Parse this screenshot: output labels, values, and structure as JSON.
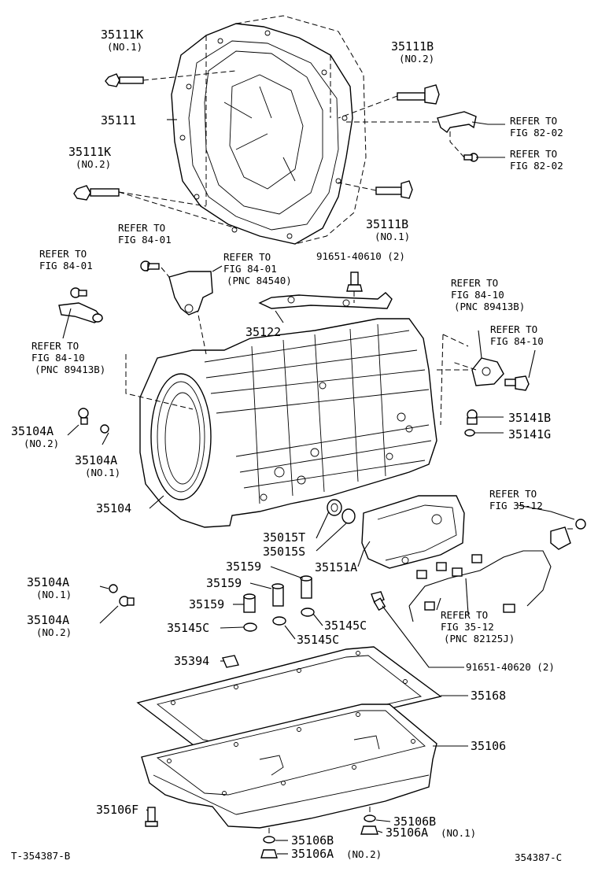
{
  "labels": {
    "p35111k_1": "35111K",
    "p35111k_1_sub": "(NO.1)",
    "p35111": "35111",
    "p35111k_2": "35111K",
    "p35111k_2_sub": "(NO.2)",
    "p35111b_2": "35111B",
    "p35111b_2_sub": "(NO.2)",
    "p35111b_1": "35111B",
    "p35111b_1_sub": "(NO.1)",
    "ref_82_02_a1": "REFER TO",
    "ref_82_02_a2": "FIG 82-02",
    "ref_82_02_b1": "REFER TO",
    "ref_82_02_b2": "FIG 82-02",
    "ref_84_01_a1": "REFER TO",
    "ref_84_01_a2": "FIG 84-01",
    "ref_84_01_b1": "REFER TO",
    "ref_84_01_b2": "FIG 84-01",
    "ref_84_01_c1": "REFER TO",
    "ref_84_01_c2": "FIG 84-01",
    "ref_84_01_c3": "(PNC 84540)",
    "bolt_91651_40610": "91651-40610 (2)",
    "p35122": "35122",
    "ref_84_10_a1": "REFER TO",
    "ref_84_10_a2": "FIG 84-10",
    "ref_84_10_a3": "(PNC 89413B)",
    "ref_84_10_b1": "REFER TO",
    "ref_84_10_b2": "FIG 84-10",
    "ref_84_10_c1": "REFER TO",
    "ref_84_10_c2": "FIG 84-10",
    "ref_84_10_c3": "(PNC 89413B)",
    "p35104a_2": "35104A",
    "p35104a_2_sub": "(NO.2)",
    "p35104a_1": "35104A",
    "p35104a_1_sub": "(NO.1)",
    "p35141b": "35141B",
    "p35141g": "35141G",
    "ref_35_12_a1": "REFER TO",
    "ref_35_12_a2": "FIG 35-12",
    "p35104": "35104",
    "p35015t": "35015T",
    "p35015s": "35015S",
    "p35151a": "35151A",
    "p35159_a": "35159",
    "p35159_b": "35159",
    "p35159_c": "35159",
    "p35104a_1b": "35104A",
    "p35104a_1b_sub": "(NO.1)",
    "p35104a_2b": "35104A",
    "p35104a_2b_sub": "(NO.2)",
    "p35145c_a": "35145C",
    "p35145c_b": "35145C",
    "p35145c_c": "35145C",
    "ref_35_12_b1": "REFER TO",
    "ref_35_12_b2": "FIG 35-12",
    "ref_35_12_b3": "(PNC 82125J)",
    "bolt_91651_40620": "91651-40620 (2)",
    "p35394": "35394",
    "p35168": "35168",
    "p35106": "35106",
    "p35106f": "35106F",
    "p35106b_a": "35106B",
    "p35106a_a": "35106A",
    "p35106a_a_sub": "(NO.1)",
    "p35106b_b": "35106B",
    "p35106a_b": "35106A",
    "p35106a_b_sub": "(NO.2)",
    "code_left": "T-354387-B",
    "code_right": "354387-C"
  }
}
